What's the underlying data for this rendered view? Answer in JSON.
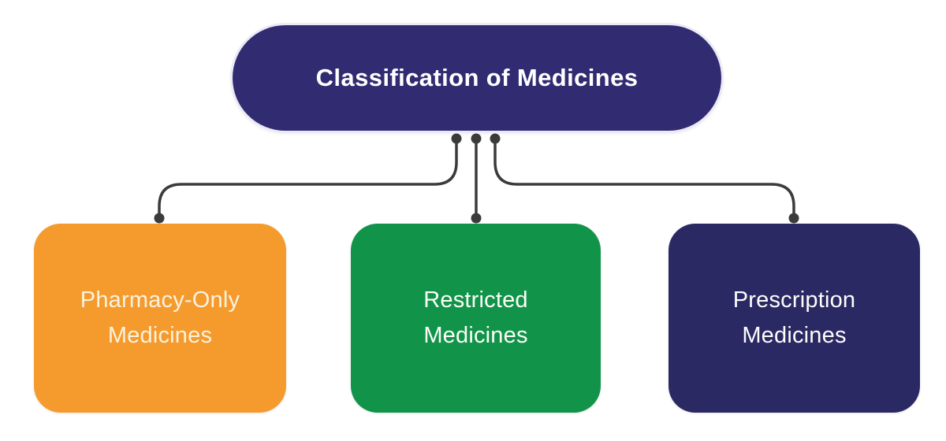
{
  "diagram": {
    "type": "flowchart-classification",
    "root": {
      "id": "classification-of-medicines",
      "label": "Classification of Medicines",
      "color": "#312C72",
      "text_color": "#FFFFFF"
    },
    "children": [
      {
        "id": "pharmacy-only-medicines",
        "line1": "Pharmacy-Only",
        "line2": "Medicines",
        "color": "#F59B2E",
        "text_color": "#FAF2DF"
      },
      {
        "id": "restricted-medicines",
        "line1": "Restricted",
        "line2": "Medicines",
        "color": "#11944A",
        "text_color": "#FDFDF8"
      },
      {
        "id": "prescription-medicines",
        "line1": "Prescription",
        "line2": "Medicines",
        "color": "#2B2964",
        "text_color": "#FDFDFB"
      }
    ],
    "edges": [
      {
        "from": "classification-of-medicines",
        "to": "pharmacy-only-medicines"
      },
      {
        "from": "classification-of-medicines",
        "to": "restricted-medicines"
      },
      {
        "from": "classification-of-medicines",
        "to": "prescription-medicines"
      }
    ],
    "connector": {
      "color": "#3B3B3B",
      "dot_color": "#3B3B3B"
    },
    "background": "#FFFFFF"
  }
}
